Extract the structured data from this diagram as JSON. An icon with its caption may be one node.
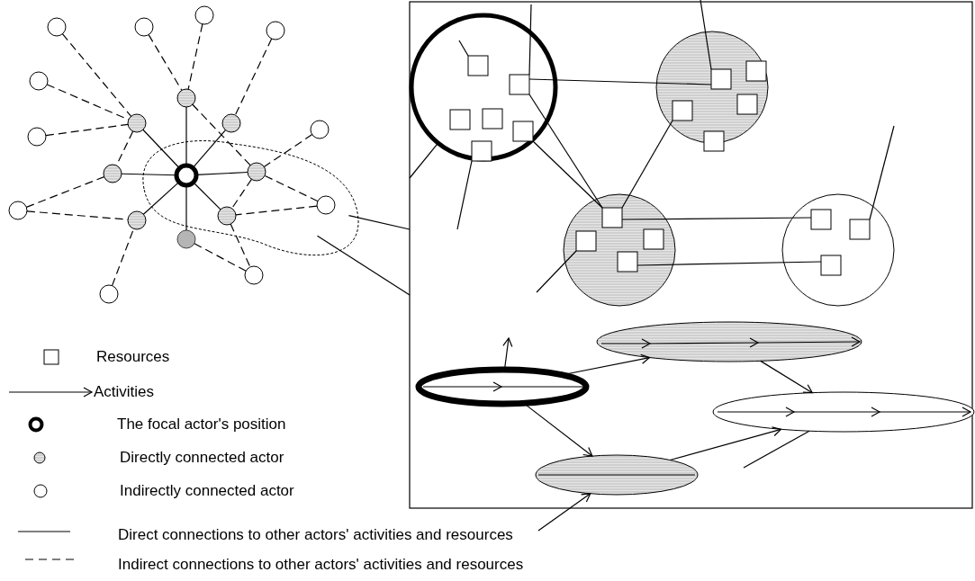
{
  "diagram": {
    "nodes": [
      {
        "text": [],
        "shape": "circle"
      },
      {
        "text": [],
        "shape": "circle"
      },
      {
        "text": [],
        "shape": "circle"
      },
      {
        "text": [],
        "shape": "circle"
      },
      {
        "text": [],
        "shape": "circle"
      },
      {
        "text": [],
        "shape": "circle"
      },
      {
        "text": [],
        "shape": "circle"
      },
      {
        "text": [],
        "shape": "circle"
      },
      {
        "text": [],
        "shape": "circle"
      },
      {
        "text": [],
        "shape": "circle"
      },
      {
        "text": [],
        "shape": "circle",
        "in": 20
      },
      {
        "text": [],
        "shape": "circle"
      },
      {
        "text": [],
        "shape": "circle",
        "in": 20
      },
      {
        "text": [],
        "shape": "circle",
        "in": 20
      },
      {
        "text": [],
        "shape": "circle"
      },
      {
        "text": [],
        "shape": "circle",
        "in": 20
      },
      {
        "text": [],
        "shape": "circle"
      },
      {
        "text": [],
        "shape": "circle"
      },
      {
        "text": [],
        "shape": "circle"
      },
      {
        "text": [],
        "shape": "circle"
      },
      {
        "text": [],
        "shape": "cloud"
      },
      {
        "text": [],
        "shape": "box"
      },
      {
        "text": [],
        "shape": "circle",
        "in": 21
      },
      {
        "text": [],
        "shape": "circle",
        "in": 21
      },
      {
        "text": [],
        "shape": "circle",
        "in": 21
      },
      {
        "text": [],
        "shape": "circle",
        "in": 21
      },
      {
        "text": [],
        "shape": "box",
        "in": 22
      },
      {
        "text": [],
        "shape": "box",
        "in": 22
      },
      {
        "text": [],
        "shape": "box",
        "in": 22
      },
      {
        "text": [],
        "shape": "box",
        "in": 22
      },
      {
        "text": [],
        "shape": "box",
        "in": 22
      },
      {
        "text": [],
        "shape": "box",
        "in": 22
      },
      {
        "text": [],
        "shape": "box",
        "in": 23
      },
      {
        "text": [],
        "shape": "box",
        "in": 23
      },
      {
        "text": [],
        "shape": "box",
        "in": 23
      },
      {
        "text": [],
        "shape": "box",
        "in": 23
      },
      {
        "text": [],
        "shape": "box",
        "in": 23
      },
      {
        "text": [],
        "shape": "box",
        "in": 24
      },
      {
        "text": [],
        "shape": "box",
        "in": 24
      },
      {
        "text": [],
        "shape": "box",
        "in": 24
      },
      {
        "text": [],
        "shape": "box",
        "in": 24
      },
      {
        "text": [],
        "shape": "box",
        "in": 25
      },
      {
        "text": [],
        "shape": "box",
        "in": 25
      },
      {
        "text": [],
        "shape": "box",
        "in": 25
      },
      {
        "text": [],
        "shape": "ellipse",
        "in": 21
      },
      {
        "text": [],
        "shape": "ellipse",
        "in": 21
      },
      {
        "text": [],
        "shape": "ellipse",
        "in": 21
      },
      {
        "text": [],
        "shape": "ellipse",
        "in": 21
      }
    ],
    "edges": [
      {
        "from": 12,
        "to": 5,
        "arrow": "none"
      },
      {
        "from": 12,
        "to": 6,
        "arrow": "none"
      },
      {
        "from": 12,
        "to": 7,
        "arrow": "none"
      },
      {
        "from": 12,
        "to": 11,
        "arrow": "none"
      },
      {
        "from": 12,
        "to": 10,
        "arrow": "none"
      },
      {
        "from": 12,
        "to": 16,
        "arrow": "none"
      },
      {
        "from": 12,
        "to": 15,
        "arrow": "none"
      },
      {
        "from": 12,
        "to": 17,
        "arrow": "none"
      },
      {
        "from": 1,
        "to": 6,
        "arrow": "none",
        "style": "dashed"
      },
      {
        "from": 4,
        "to": 6,
        "arrow": "none",
        "style": "dashed"
      },
      {
        "from": 9,
        "to": 6,
        "arrow": "none",
        "style": "dashed"
      },
      {
        "from": 6,
        "to": 11,
        "arrow": "none",
        "style": "dashed"
      },
      {
        "from": 2,
        "to": 5,
        "arrow": "none",
        "style": "dashed"
      },
      {
        "from": 0,
        "to": 5,
        "arrow": "none",
        "style": "dashed"
      },
      {
        "from": 5,
        "to": 10,
        "arrow": "none",
        "style": "dashed"
      },
      {
        "from": 3,
        "to": 7,
        "arrow": "none",
        "style": "dashed"
      },
      {
        "from": 8,
        "to": 10,
        "arrow": "none",
        "style": "dashed"
      },
      {
        "from": 10,
        "to": 15,
        "arrow": "none",
        "style": "dashed"
      },
      {
        "from": 13,
        "to": 10,
        "arrow": "none",
        "style": "dashed"
      },
      {
        "from": 13,
        "to": 15,
        "arrow": "none",
        "style": "dashed"
      },
      {
        "from": 14,
        "to": 11,
        "arrow": "none",
        "style": "dashed"
      },
      {
        "from": 14,
        "to": 16,
        "arrow": "none",
        "style": "dashed"
      },
      {
        "from": 19,
        "to": 16,
        "arrow": "none",
        "style": "dashed"
      },
      {
        "from": 17,
        "to": 18,
        "arrow": "none",
        "style": "dashed"
      },
      {
        "from": 15,
        "to": 18,
        "arrow": "none",
        "style": "dashed"
      },
      {
        "from": 20,
        "to": 21,
        "arrow": "none"
      },
      {
        "from": 20,
        "to": 21,
        "arrow": "none"
      },
      {
        "from": null,
        "to": 26,
        "arrow": "none"
      },
      {
        "from": null,
        "to": 27,
        "arrow": "none"
      },
      {
        "from": null,
        "to": 22,
        "arrow": "none"
      },
      {
        "from": null,
        "to": 31,
        "arrow": "none"
      },
      {
        "from": 27,
        "to": 32,
        "arrow": "none"
      },
      {
        "from": 27,
        "to": 37,
        "arrow": "none"
      },
      {
        "from": 30,
        "to": 37,
        "arrow": "none"
      },
      {
        "from": null,
        "to": 32,
        "arrow": "none"
      },
      {
        "from": 35,
        "to": 37,
        "arrow": "none"
      },
      {
        "from": 37,
        "to": 41,
        "arrow": "none"
      },
      {
        "from": 40,
        "to": 43,
        "arrow": "none"
      },
      {
        "from": null,
        "to": 39,
        "arrow": "none"
      },
      {
        "from": null,
        "to": 42,
        "arrow": "none"
      },
      {
        "from": 45,
        "to": null,
        "arrow": "to"
      },
      {
        "from": 45,
        "to": 47,
        "arrow": "to"
      },
      {
        "from": 45,
        "to": 44,
        "arrow": "to"
      },
      {
        "from": 44,
        "to": 46,
        "arrow": "to"
      },
      {
        "from": 47,
        "to": 46,
        "arrow": "to"
      },
      {
        "from": null,
        "to": 47,
        "arrow": "to"
      },
      {
        "from": null,
        "to": 46,
        "arrow": "none"
      }
    ],
    "legend": [
      {
        "text": "Resources"
      },
      {
        "text": "Activities"
      },
      {
        "text": "The focal actor's position"
      },
      {
        "text": "Directly connected actor"
      },
      {
        "text": "Indirectly connected actor"
      },
      {
        "text": "Direct connections to other actors' activities and resources"
      },
      {
        "text": "Indirect connections to other actors' activities and resources"
      }
    ]
  }
}
